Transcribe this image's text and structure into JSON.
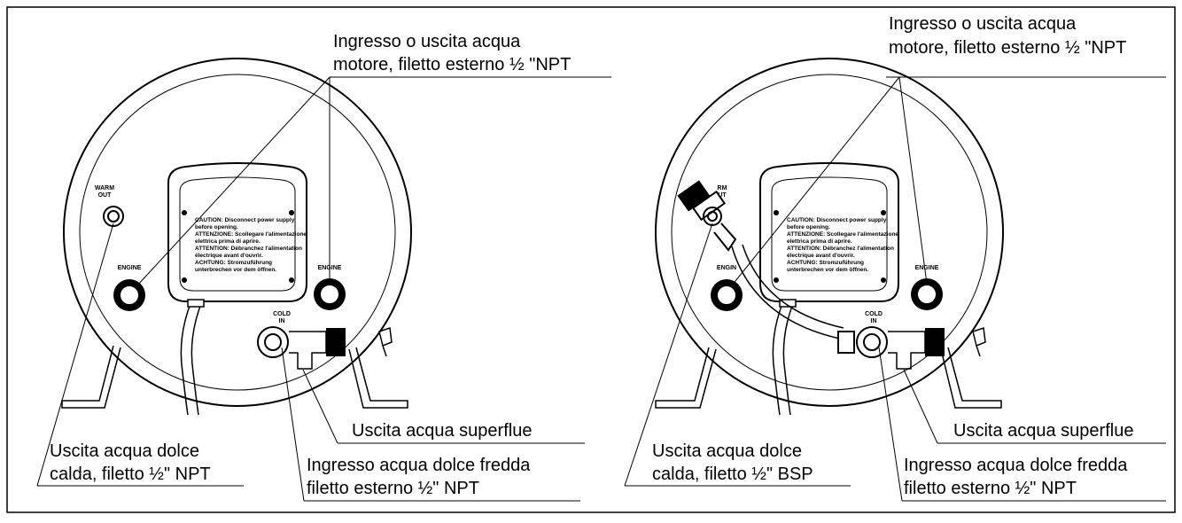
{
  "left": {
    "callouts": {
      "engine_line1": "Ingresso o uscita acqua",
      "engine_line2": "motore, filetto esterno ½ \"NPT",
      "warm_line1": "Uscita acqua dolce",
      "warm_line2": "calda, filetto ½\" NPT",
      "overflow": "Uscita acqua superflue",
      "cold_line1": "Ingresso acqua dolce fredda",
      "cold_line2": "filetto esterno ½\" NPT"
    },
    "ports": {
      "warm_1": "WARM",
      "warm_2": "OUT",
      "engine_left": "ENGINE",
      "engine_right": "ENGINE",
      "cold_1": "COLD",
      "cold_2": "IN"
    }
  },
  "right": {
    "callouts": {
      "engine_line1": "Ingresso o uscita acqua",
      "engine_line2": "motore, filetto esterno ½ \"NPT",
      "warm_line1": "Uscita acqua dolce",
      "warm_line2": "calda, filetto ½\" BSP",
      "overflow": "Uscita acqua superflue",
      "cold_line1": "Ingresso acqua dolce fredda",
      "cold_line2": "filetto esterno ½\" NPT"
    },
    "ports": {
      "warm_1": "RM",
      "warm_2": "UT",
      "engine_left": "ENGIN",
      "engine_right": "ENGINE",
      "cold_1": "COLD",
      "cold_2": "IN"
    }
  },
  "warning_label": [
    "CAUTION: Disconnect power supply",
    "before opening.",
    "ATTENZIONE: Scollegare l'alimentazione",
    "elettrica prima di aprire.",
    "ATTENTION: Débranchez l'alimentation",
    "électrique avant d'ouvrir.",
    "ACHTUNG: Stromzuführung",
    "unterbrechen vor dem öffnen."
  ]
}
